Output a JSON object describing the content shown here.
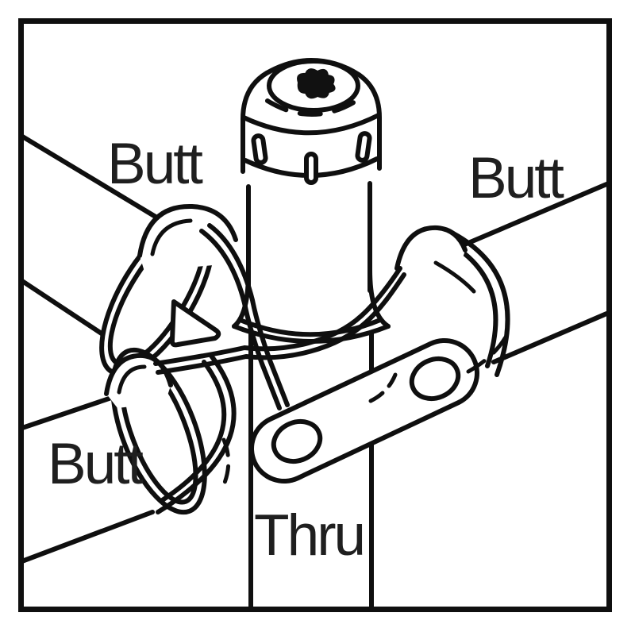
{
  "figure": {
    "description": "Black-and-white technical line drawing of a capped sprinkler cross fitting with clamp saddles: three pipes butt into the fitting and the bottom riser pipe passes thru",
    "connection_labels": {
      "top_left": "Butt",
      "top_right": "Butt",
      "bottom_left": "Butt",
      "bottom": "Thru"
    },
    "colors": {
      "background": "#ffffff",
      "line": "#0f0f0f",
      "label_text": "#1f1f1f"
    }
  }
}
